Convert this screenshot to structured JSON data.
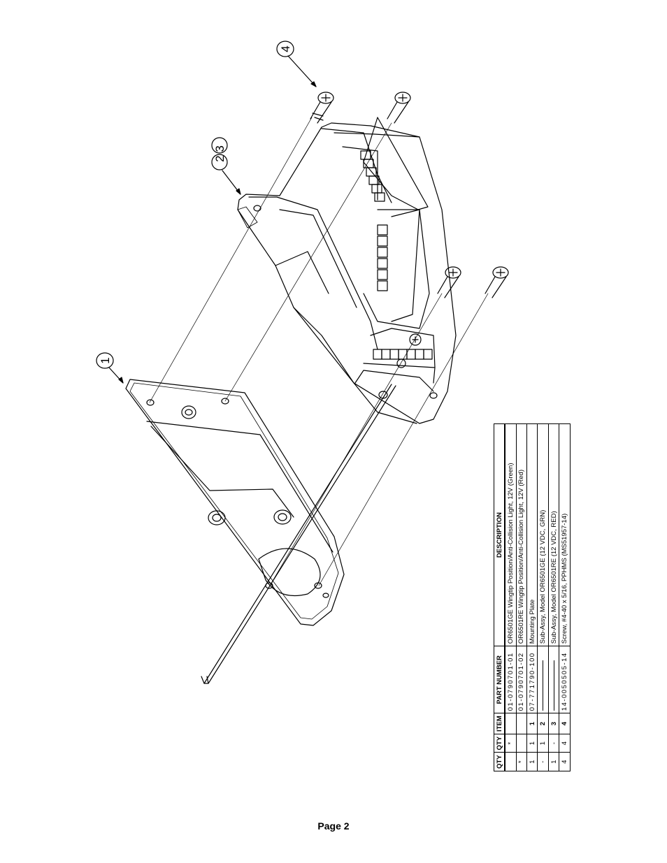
{
  "callouts": [
    {
      "id": "1",
      "label": "1"
    },
    {
      "id": "2-3",
      "label": "2 3"
    },
    {
      "id": "4",
      "label": "4"
    }
  ],
  "parts_table": {
    "headers": [
      "QTY",
      "QTY",
      "ITEM",
      "PART NUMBER",
      "DESCRIPTION"
    ],
    "rows": [
      {
        "qty1": "",
        "qty2": "*",
        "item": "",
        "part_number": "01-0790701-01",
        "description": "OR6501GE Wingtip Position/Anti-Collision Light, 12V (Green)"
      },
      {
        "qty1": "*",
        "qty2": "",
        "item": "",
        "part_number": "01-0790701-02",
        "description": "OR6501RE Wingtip Position/Anti-Collision Light, 12V (Red)"
      },
      {
        "qty1": "1",
        "qty2": "1",
        "item": "1",
        "part_number": "07-771790-100",
        "description": "Mounting Plate"
      },
      {
        "qty1": "-",
        "qty2": "1",
        "item": "2",
        "part_number": "",
        "description": "Sub-Assy, Model OR6501GE (12 VDC, GRN)"
      },
      {
        "qty1": "1",
        "qty2": "-",
        "item": "3",
        "part_number": "",
        "description": "Sub-Assy, Model OR6501RE (12 VDC, RED)"
      },
      {
        "qty1": "4",
        "qty2": "4",
        "item": "4",
        "part_number": "14-0050505-14",
        "description": "Screw, #4-40 x 5/16, PPHMS (MS51957-14)"
      }
    ]
  },
  "page_label": "Page 2"
}
